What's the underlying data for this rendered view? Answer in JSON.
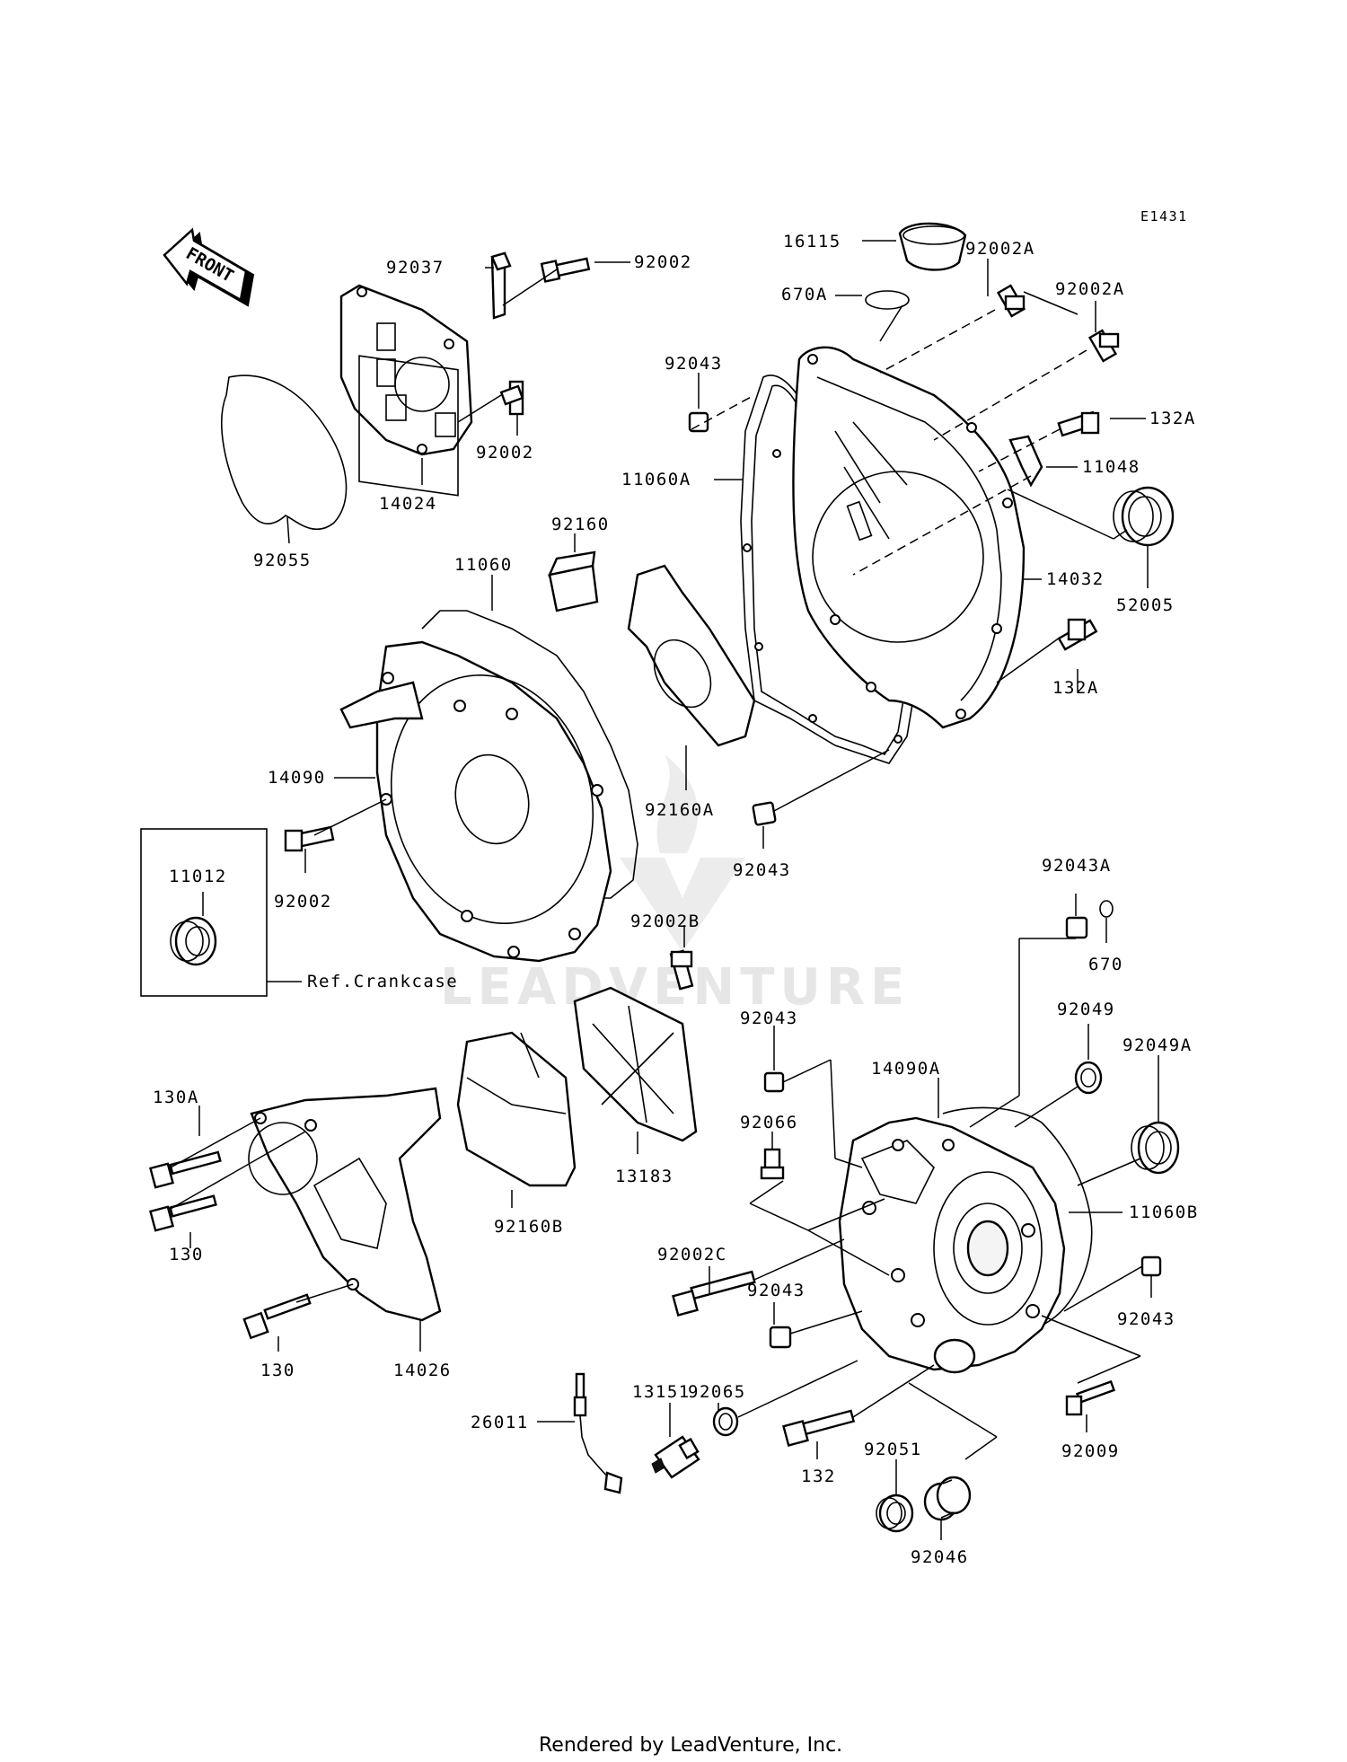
{
  "diagram_code": "E1431",
  "front_label": "FRONT",
  "ref_note": "Ref.Crankcase",
  "footer": "Rendered by LeadVenture, Inc.",
  "watermark": "LEADVENTURE",
  "part_labels": {
    "p16115": "16115",
    "p92002A_1": "92002A",
    "p92002A_2": "92002A",
    "p670A": "670A",
    "p92037": "92037",
    "p92002_1": "92002",
    "p92002_2": "92002",
    "p92002_3": "92002",
    "p14024": "14024",
    "p92055": "92055",
    "p92043_1": "92043",
    "p92043_2": "92043",
    "p92043_3": "92043",
    "p92043_4": "92043",
    "p92043_5": "92043",
    "p11060A": "11060A",
    "p132A_1": "132A",
    "p132A_2": "132A",
    "p11048": "11048",
    "p14032": "14032",
    "p52005": "52005",
    "p92160": "92160",
    "p11060": "11060",
    "p14090": "14090",
    "p92160A": "92160A",
    "p11012": "11012",
    "p92043A": "92043A",
    "p670": "670",
    "p92002B": "92002B",
    "p92049": "92049",
    "p92049A": "92049A",
    "p14090A": "14090A",
    "p11060B": "11060B",
    "p92066": "92066",
    "p130A": "130A",
    "p130_1": "130",
    "p130_2": "130",
    "p13183": "13183",
    "p92160B": "92160B",
    "p92002C": "92002C",
    "p14026": "14026",
    "p92065": "92065",
    "p13151": "13151",
    "p26011": "26011",
    "p132": "132",
    "p92051": "92051",
    "p92046": "92046",
    "p92009": "92009"
  }
}
